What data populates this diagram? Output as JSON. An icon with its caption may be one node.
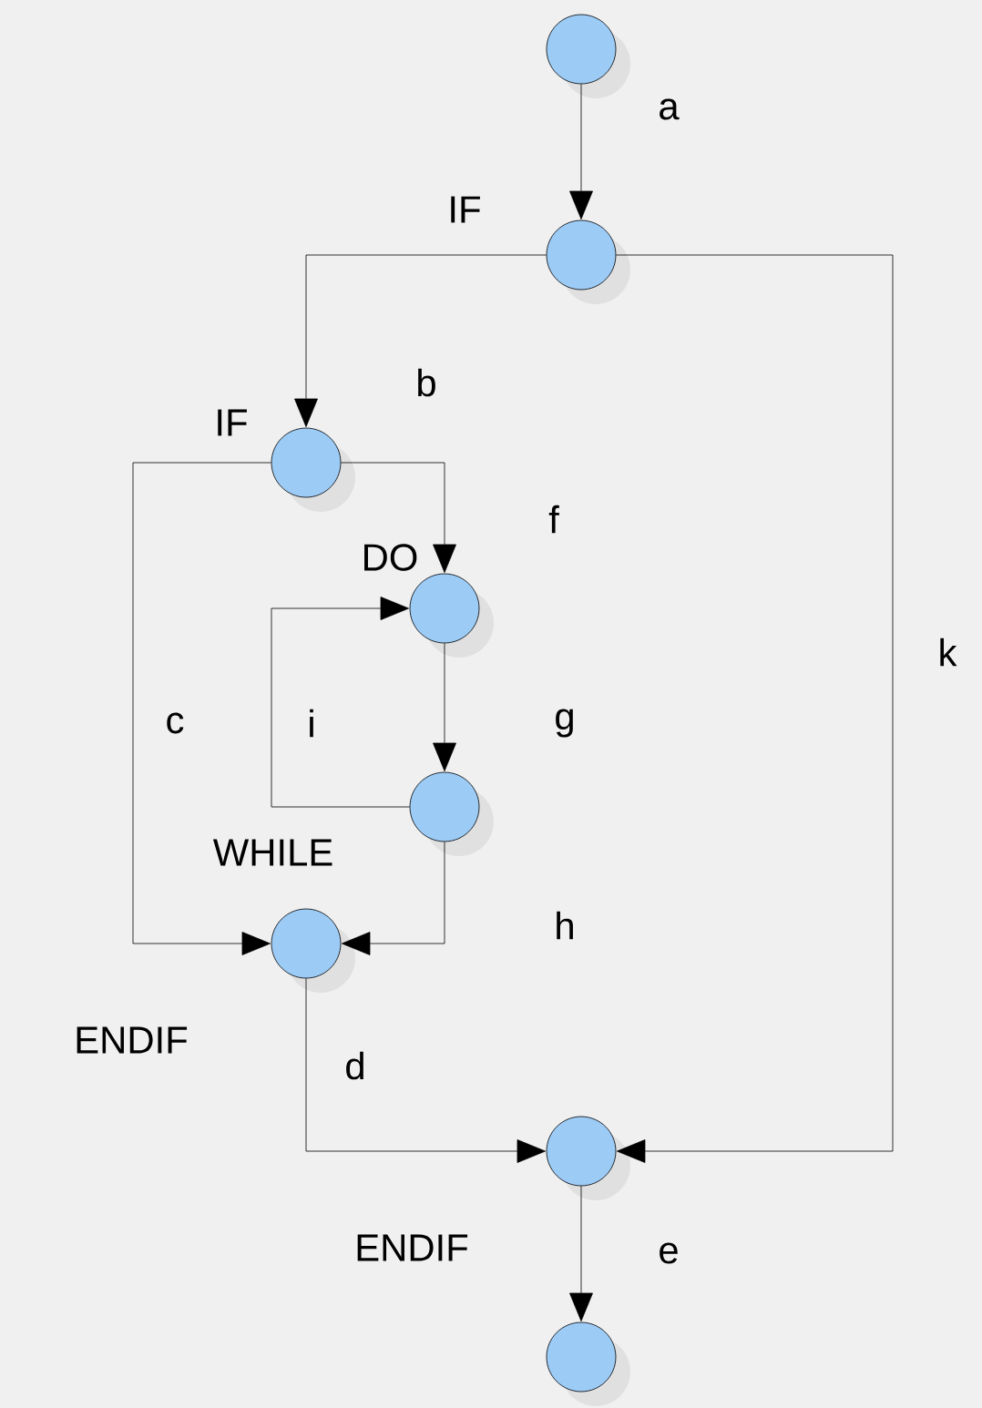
{
  "diagram": {
    "nodes": [
      {
        "text": [],
        "shape": "circle"
      },
      {
        "text": [],
        "shape": "circle",
        "beside": [
          "IF"
        ]
      },
      {
        "text": [],
        "shape": "circle",
        "beside": [
          "IF"
        ]
      },
      {
        "text": [],
        "shape": "circle",
        "beside": [
          "DO"
        ]
      },
      {
        "text": [],
        "shape": "circle"
      },
      {
        "text": [],
        "shape": "circle",
        "beside": [
          "ENDIF"
        ]
      },
      {
        "text": [],
        "shape": "circle",
        "beside": [
          "ENDIF"
        ]
      },
      {
        "text": [],
        "shape": "circle"
      }
    ],
    "edges": [
      {
        "from": 0,
        "to": 1,
        "arrow": "to",
        "label": "a"
      },
      {
        "from": 1,
        "to": 2,
        "arrow": "to",
        "label": "b"
      },
      {
        "from": 2,
        "to": 5,
        "arrow": "to",
        "label": "c"
      },
      {
        "from": 5,
        "to": 6,
        "arrow": "to",
        "label": "d"
      },
      {
        "from": 6,
        "to": 7,
        "arrow": "to",
        "label": "e"
      },
      {
        "from": 2,
        "to": 3,
        "arrow": "to",
        "label": "f"
      },
      {
        "from": 3,
        "to": 4,
        "arrow": "to",
        "label": "g"
      },
      {
        "from": 4,
        "to": 5,
        "arrow": "to",
        "label": "h"
      },
      {
        "from": 4,
        "to": 3,
        "arrow": "to",
        "label": "i"
      },
      {
        "from": 1,
        "to": 6,
        "arrow": "to",
        "label": "k"
      }
    ],
    "labels": [
      "WHILE"
    ]
  }
}
